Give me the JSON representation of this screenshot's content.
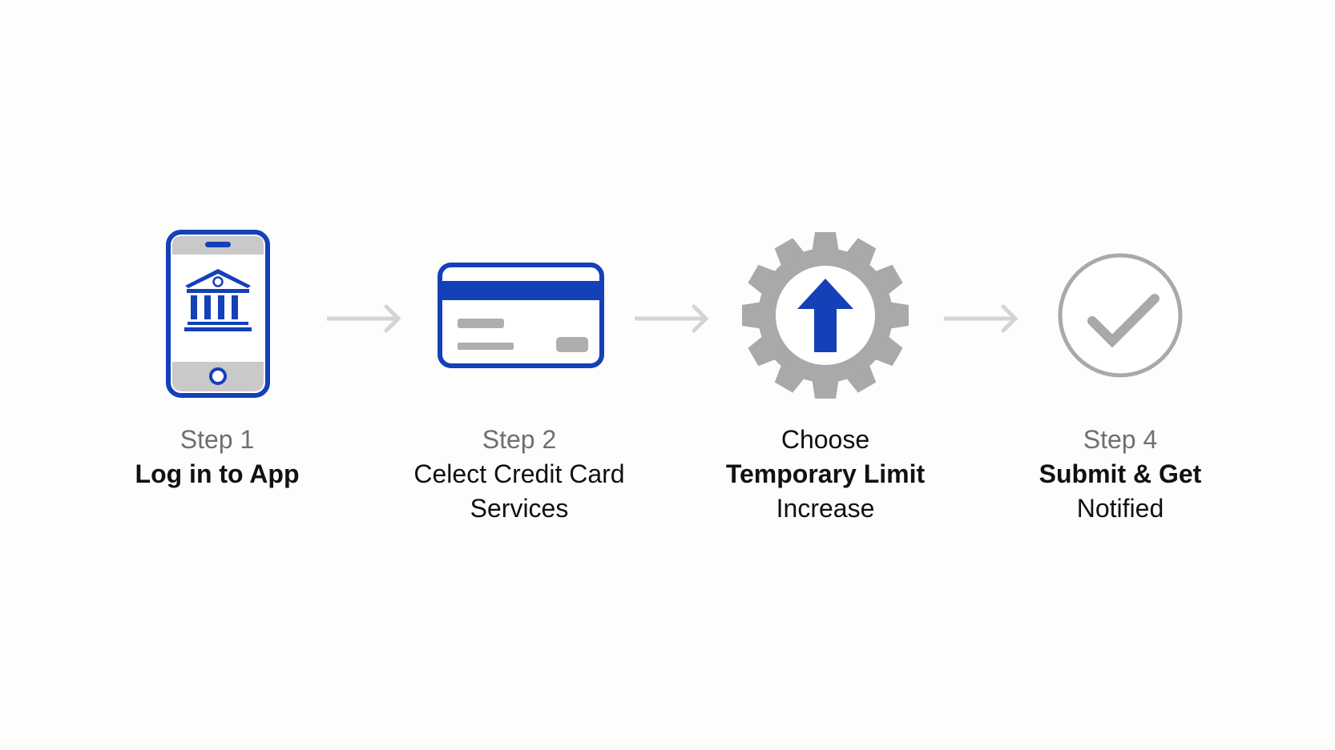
{
  "colors": {
    "background": "#fdfdfb",
    "accent_blue": "#1440b8",
    "icon_gray": "#a9a9a9",
    "arrow_gray": "#d4d4d4",
    "step_label_gray": "#6d6f72",
    "text_black": "#111111"
  },
  "steps": [
    {
      "icon": "smartphone-bank-icon",
      "step_label": "Step 1",
      "title_bold": "Log in to App",
      "title_regular": ""
    },
    {
      "icon": "credit-card-icon",
      "step_label": "Step 2",
      "title_bold": "",
      "title_regular": "Celect Credit Card",
      "title_regular_2": "Services"
    },
    {
      "icon": "gear-up-arrow-icon",
      "step_label": "",
      "title_top": "Choose",
      "title_bold": "Temporary Limit",
      "title_regular": "Increase"
    },
    {
      "icon": "check-circle-icon",
      "step_label": "Step 4",
      "title_bold": "Submit & Get",
      "title_regular": "Notified"
    }
  ],
  "connectors": [
    {
      "icon": "arrow-right-icon"
    },
    {
      "icon": "arrow-right-icon"
    },
    {
      "icon": "arrow-right-icon"
    }
  ]
}
